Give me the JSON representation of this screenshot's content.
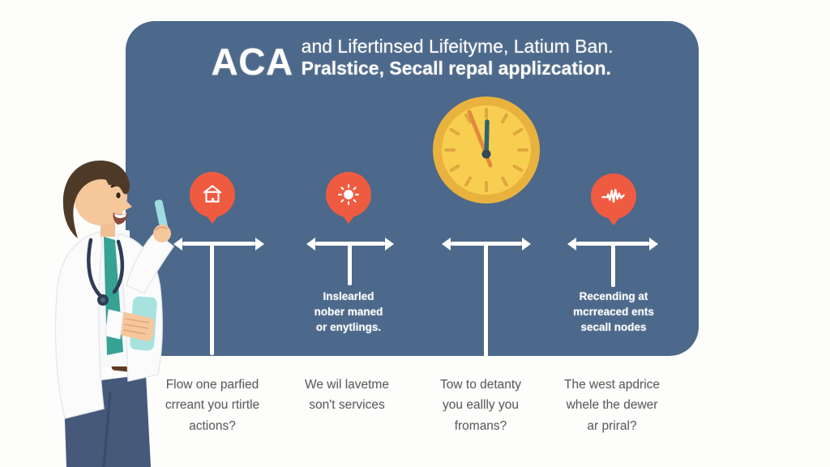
{
  "title": {
    "brand": "ACA",
    "line1": "and Lifertinsed Lifeityme, Latium Ban.",
    "line2": "Pralstice, Secall repal applizcation."
  },
  "board": {
    "clock": {
      "depicted_time": "11:58"
    },
    "pins": [
      {
        "glyph": "house-icon"
      },
      {
        "glyph": "sun-icon"
      },
      {
        "glyph": "waveform-icon"
      }
    ],
    "notes": [
      {
        "l1": "Inslearled",
        "l2": "nober maned",
        "l3": "or enytlings."
      },
      {
        "l1": "Recending at",
        "l2": "mcrreaced ents",
        "l3": "secall nodes"
      }
    ]
  },
  "questions": [
    {
      "l1": "Flow one parfied",
      "l2": "crreant you rtirtle",
      "l3": "actions?"
    },
    {
      "l1": "We wil lavetme",
      "l2": "son't services",
      "l3": ""
    },
    {
      "l1": "Tow to detanty",
      "l2": "you eallly you",
      "l3": "fromans?"
    },
    {
      "l1": "The west apdrice",
      "l2": "whele the dewer",
      "l3": "ar priral?"
    }
  ],
  "colors": {
    "background": "#FDFDFC",
    "board": "#4C688A",
    "pin": "#EF5B41",
    "clock_ring": "#E9B23E",
    "clock_face": "#F8CE50",
    "clock_hand_orange": "#E28A3C",
    "clock_hand_teal": "#2F6470",
    "tie_teal": "#36A294",
    "marker_teal": "#9EDCE2",
    "pants": "#46597B",
    "question_text": "#5E5E5E",
    "arrow": "#FFFFFF"
  }
}
